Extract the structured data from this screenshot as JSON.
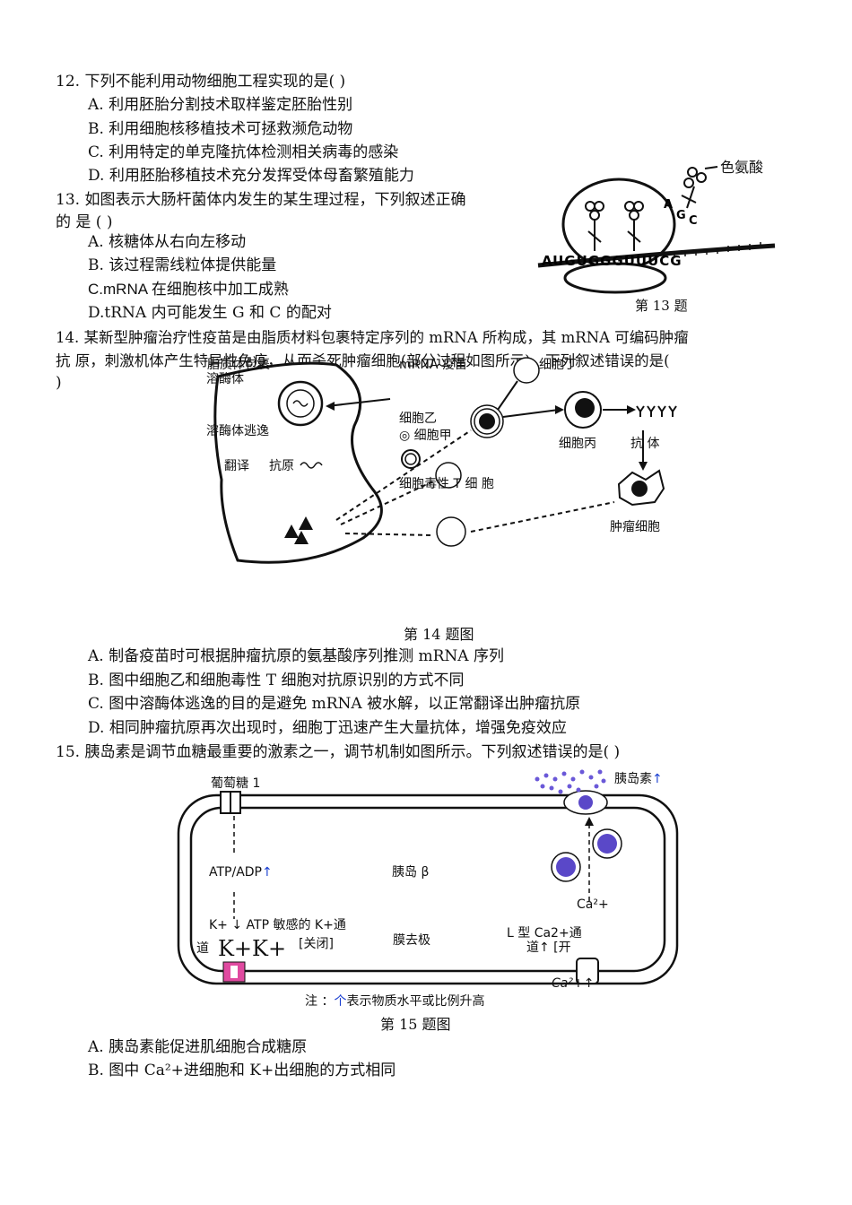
{
  "q12": {
    "stem": "12.  下列不能利用动物细胞工程实现的是(     )",
    "options": [
      "A.  利用胚胎分割技术取样鉴定胚胎性别",
      "B.  利用细胞核移植技术可拯救濒危动物",
      "C.  利用特定的单克隆抗体检测相关病毒的感染",
      "D.  利用胚胎移植技术充分发挥受体母畜繁殖能力"
    ]
  },
  "q13": {
    "stem_line1": "13.  如图表示大肠杆菌体内发生的某生理过程，下列叙述正确",
    "stem_line2": "的 是 (     )",
    "options": [
      "A.  核糖体从右向左移动",
      "B.  该过程需线粒体提供能量",
      "C.mRNA   在细胞核中加工成熟",
      "D.tRNA    内可能发生 G  和  C  的配对"
    ],
    "figure": {
      "amino_acid": "色氨酸",
      "anticodon_a": "A",
      "anticodon_g": "G",
      "anticodon_c": "C",
      "mrna_seq": "AUGUGGGUUUCG",
      "caption": "第 13 题"
    }
  },
  "q14": {
    "stem_line1": "14.  某新型肿瘤治疗性疫苗是由脂质材料包裹特定序列的 mRNA 所构成，其 mRNA 可编码肿瘤",
    "stem_line2": "抗  原，刺激机体产生特异性免疫，从而杀死肿瘤细胞(部分过程如图所示)。下列叙述错误的是(",
    "stem_line3": ")",
    "figure": {
      "lbl_vaccine": "脂质体包裹",
      "lbl_mrna": "mRNA 疫苗",
      "lbl_lysosome": "溶酶体",
      "lbl_escape": "溶酶体逃逸",
      "lbl_translate": "翻译",
      "lbl_antigen": "抗原",
      "lbl_cell_yi": "细胞乙",
      "lbl_cell_jia": "◎  细胞甲",
      "lbl_cell_ding": "细胞丁",
      "lbl_cell_bing": "细胞丙",
      "lbl_antibody": "抗 体",
      "lbl_tcell": "细胞毒性 T 细  胞",
      "lbl_tumor": "肿瘤细胞",
      "caption": "第 14 题图"
    },
    "options": [
      "A.  制备疫苗时可根据肿瘤抗原的氨基酸序列推测 mRNA 序列",
      "B.  图中细胞乙和细胞毒性 T 细胞对抗原识别的方式不同",
      "C.  图中溶酶体逃逸的目的是避免 mRNA 被水解，以正常翻译出肿瘤抗原",
      "D.  相同肿瘤抗原再次出现时，细胞丁迅速产生大量抗体，增强免疫效应"
    ]
  },
  "q15": {
    "stem": "15.  胰岛素是调节血糖最重要的激素之一，调节机制如图所示。下列叙述错误的是(     )",
    "figure": {
      "lbl_glucose": "葡萄糖 1",
      "lbl_insulin": "胰岛素",
      "lbl_up": "↑",
      "lbl_atp": "ATP/ADP",
      "lbl_atp_up": "↑",
      "lbl_islet": "胰岛 β",
      "lbl_ca": "Ca²+",
      "lbl_katp": "K+ ↓ ATP  敏感的 K+通",
      "lbl_dao": "道",
      "lbl_kk": "K+K+",
      "lbl_closed": "[关闭]",
      "lbl_depol": "膜去极",
      "lbl_ltype": "L 型 Ca2+通",
      "lbl_open": "道↑ [开",
      "lbl_ca_in": "Ca²+↑",
      "lbl_note_prefix": "注 ：",
      "lbl_note_arrow": "个",
      "lbl_note_rest": "表示物质水平或比例升高",
      "caption": "第 15 题图"
    },
    "options": [
      "A.  胰岛素能促进肌细胞合成糖原",
      "B.  图中 Ca²+进细胞和 K+出细胞的方式相同"
    ]
  }
}
